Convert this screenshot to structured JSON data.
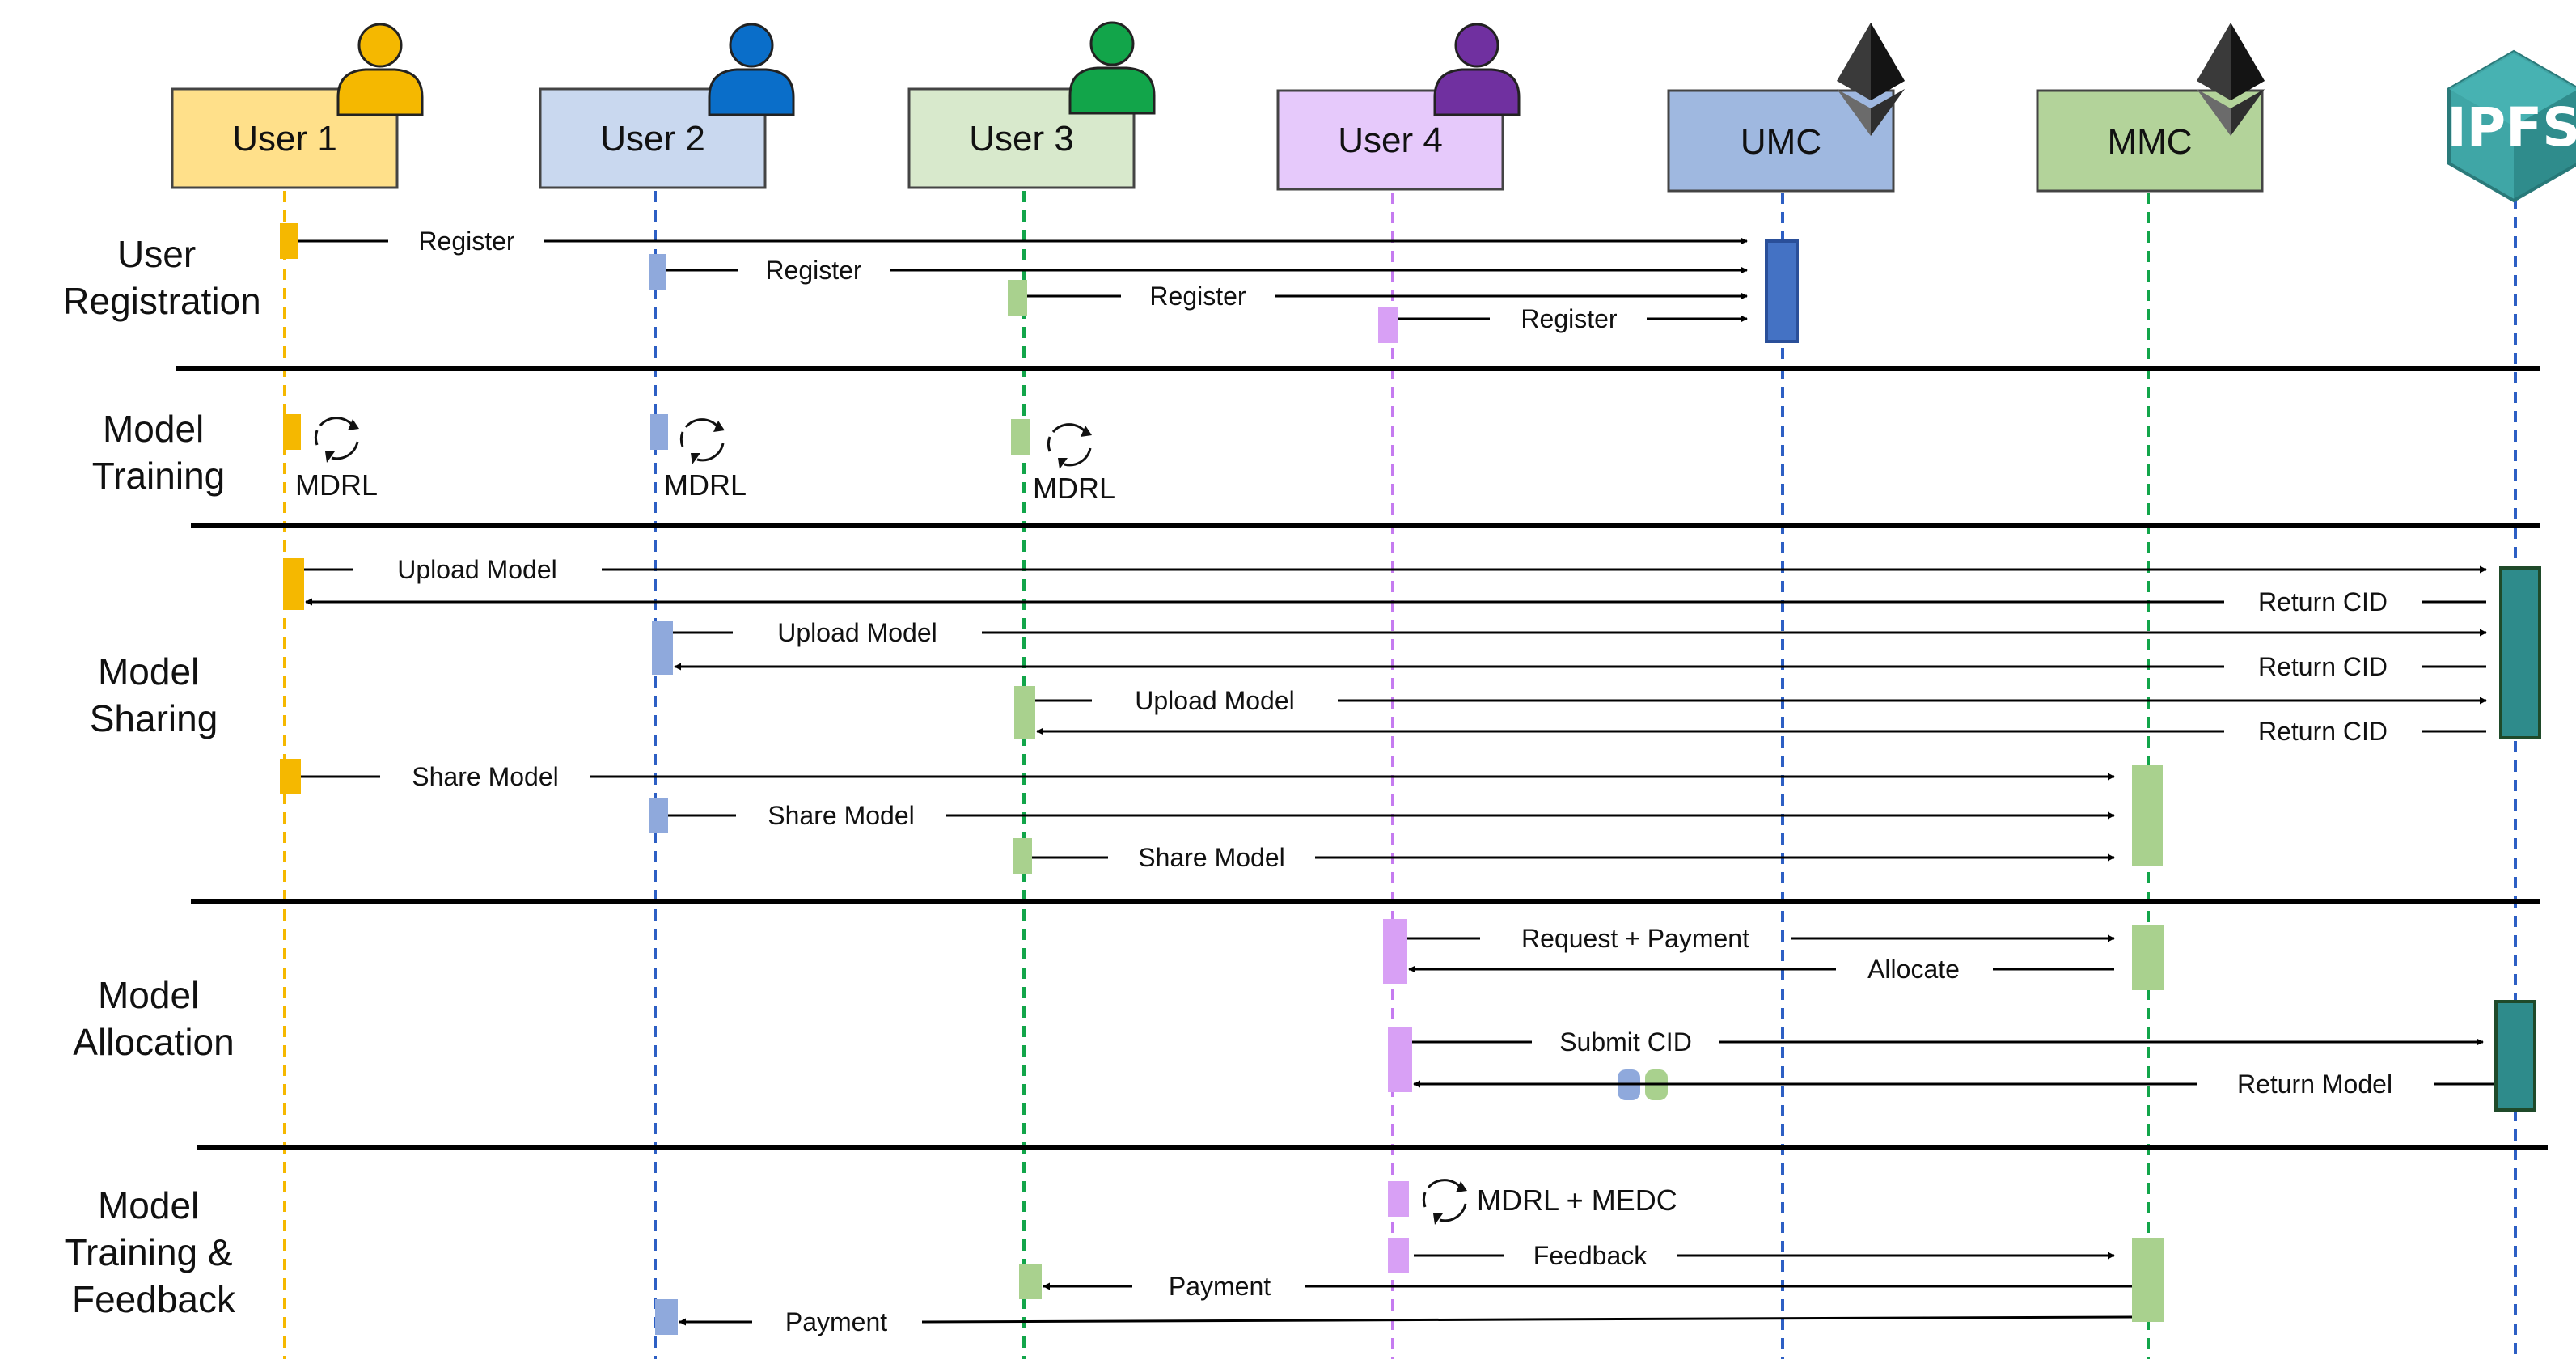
{
  "actors": [
    {
      "id": "user1",
      "label": "User 1",
      "box_fill": "#ffe08a",
      "icon_color": "#f5b800",
      "lifeline_color": "#f5b800",
      "icon": "person-icon"
    },
    {
      "id": "user2",
      "label": "User 2",
      "box_fill": "#c9d8ef",
      "icon_color": "#0a6ec9",
      "lifeline_color": "#2d5fc4",
      "icon": "person-icon"
    },
    {
      "id": "user3",
      "label": "User 3",
      "box_fill": "#d8e9cc",
      "icon_color": "#12a54a",
      "lifeline_color": "#12a54a",
      "icon": "person-icon"
    },
    {
      "id": "user4",
      "label": "User 4",
      "box_fill": "#e6c9fb",
      "icon_color": "#7030a0",
      "lifeline_color": "#c57bf0",
      "icon": "person-icon"
    },
    {
      "id": "umc",
      "label": "UMC",
      "box_fill": "#9fb8e0",
      "icon_color": "#3a3a3a",
      "lifeline_color": "#2d5fc4",
      "icon": "ethereum-icon"
    },
    {
      "id": "mmc",
      "label": "MMC",
      "box_fill": "#b3d39a",
      "icon_color": "#3a3a3a",
      "lifeline_color": "#12a54a",
      "icon": "ethereum-icon"
    },
    {
      "id": "ipfs",
      "label": "IPFS",
      "box_fill": "#2e8b8b",
      "icon_color": "#2e8b8b",
      "lifeline_color": "#2d5fc4",
      "icon": "ipfs-hexagon-icon"
    }
  ],
  "phases": [
    {
      "id": "registration",
      "label_lines": [
        "User",
        "Registration"
      ]
    },
    {
      "id": "training",
      "label_lines": [
        "Model",
        "Training"
      ]
    },
    {
      "id": "sharing",
      "label_lines": [
        "Model",
        "Sharing"
      ]
    },
    {
      "id": "allocation",
      "label_lines": [
        "Model",
        "Allocation"
      ]
    },
    {
      "id": "feedback",
      "label_lines": [
        "Model",
        "Training &",
        "Feedback"
      ]
    }
  ],
  "messages": [
    {
      "label": "Register",
      "from": "user1",
      "to": "umc"
    },
    {
      "label": "Register",
      "from": "user2",
      "to": "umc"
    },
    {
      "label": "Register",
      "from": "user3",
      "to": "umc"
    },
    {
      "label": "Register",
      "from": "user4",
      "to": "umc"
    },
    {
      "label": "Upload Model",
      "from": "user1",
      "to": "ipfs"
    },
    {
      "label": "Return CID",
      "from": "ipfs",
      "to": "user1"
    },
    {
      "label": "Upload Model",
      "from": "user2",
      "to": "ipfs"
    },
    {
      "label": "Return CID",
      "from": "ipfs",
      "to": "user2"
    },
    {
      "label": "Upload Model",
      "from": "user3",
      "to": "ipfs"
    },
    {
      "label": "Return CID",
      "from": "ipfs",
      "to": "user3"
    },
    {
      "label": "Share Model",
      "from": "user1",
      "to": "mmc"
    },
    {
      "label": "Share Model",
      "from": "user2",
      "to": "mmc"
    },
    {
      "label": "Share Model",
      "from": "user3",
      "to": "mmc"
    },
    {
      "label": "Request + Payment",
      "from": "user4",
      "to": "mmc"
    },
    {
      "label": "Allocate",
      "from": "mmc",
      "to": "user4"
    },
    {
      "label": "Submit CID",
      "from": "user4",
      "to": "ipfs"
    },
    {
      "label": "Return Model",
      "from": "ipfs",
      "to": "user4"
    },
    {
      "label": "Feedback",
      "from": "user4",
      "to": "mmc"
    },
    {
      "label": "Payment",
      "from": "mmc",
      "to": "user3"
    },
    {
      "label": "Payment",
      "from": "mmc",
      "to": "user2"
    }
  ],
  "local_processes": [
    {
      "label": "MDRL",
      "actor": "user1",
      "icon": "cycle-arrows-icon"
    },
    {
      "label": "MDRL",
      "actor": "user2",
      "icon": "cycle-arrows-icon"
    },
    {
      "label": "MDRL",
      "actor": "user3",
      "icon": "cycle-arrows-icon"
    },
    {
      "label": "MDRL + MEDC",
      "actor": "user4",
      "icon": "cycle-arrows-icon"
    }
  ],
  "colors": {
    "line": "#000000",
    "divider": "#000000",
    "umc_activation": "#4472c4",
    "ipfs_activation": "#2e8b8b",
    "mmc_activation": "#a9d18e"
  }
}
